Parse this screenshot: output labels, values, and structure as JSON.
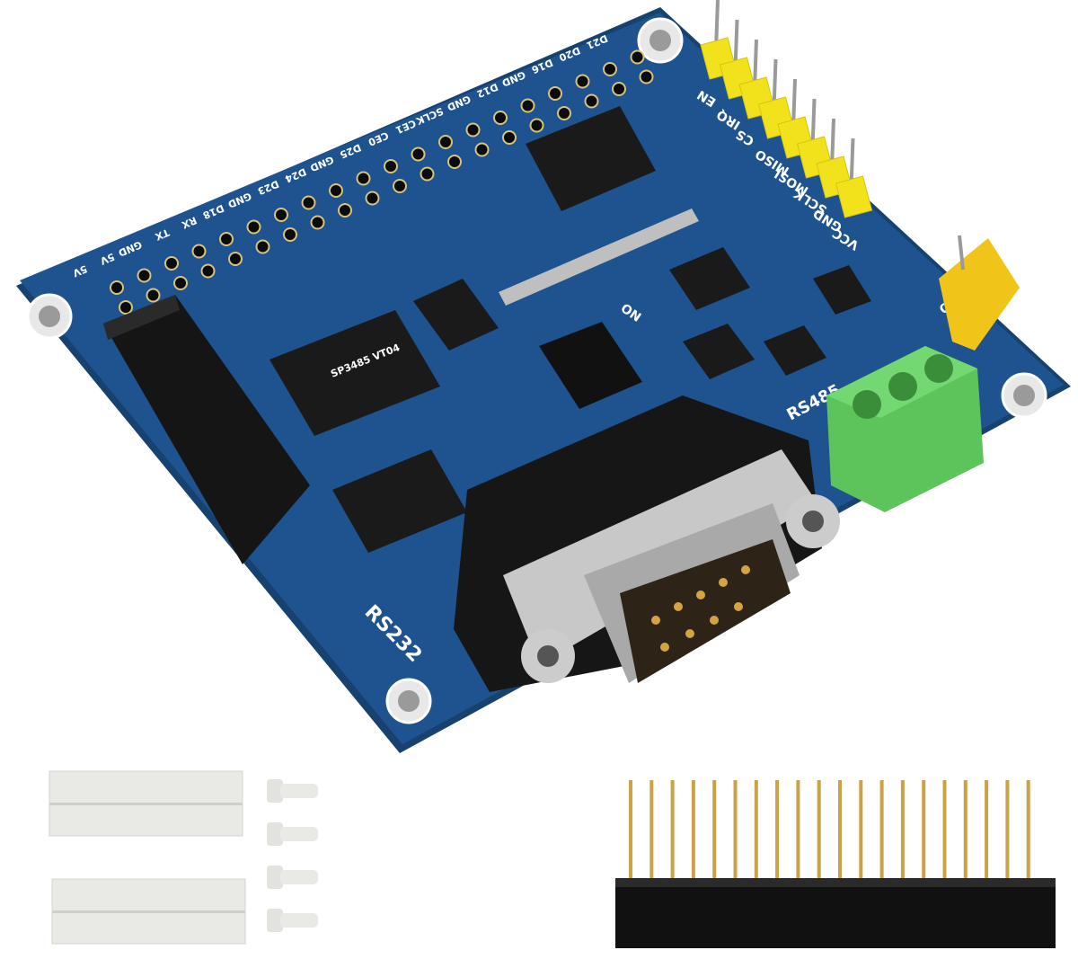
{
  "board": {
    "pin_labels": [
      "EN",
      "IRQ",
      "CS",
      "MISO",
      "MOSI",
      "SCLK",
      "GND",
      "VCC"
    ],
    "top_header_labels": [
      "5V",
      "5V",
      "GND",
      "TX",
      "RX",
      "D18",
      "GND",
      "D23",
      "D24",
      "GND",
      "D25",
      "CE0",
      "CE1",
      "SCLK",
      "GND",
      "D12",
      "GND",
      "D16",
      "D20",
      "D21"
    ],
    "rs232_label": "RS232",
    "rs485_label": "RS485",
    "switch_on": "ON",
    "jumper_off": "OFF",
    "chip_text": "SP3485 VT04",
    "colors": {
      "pcb": "#1d4f86",
      "header": "#f2e21c",
      "terminal": "#5cc45a",
      "connector": "#c9c9c9"
    }
  },
  "accessories": {
    "standoffs": 2,
    "screws": 4,
    "pin_header_pins": 20
  }
}
